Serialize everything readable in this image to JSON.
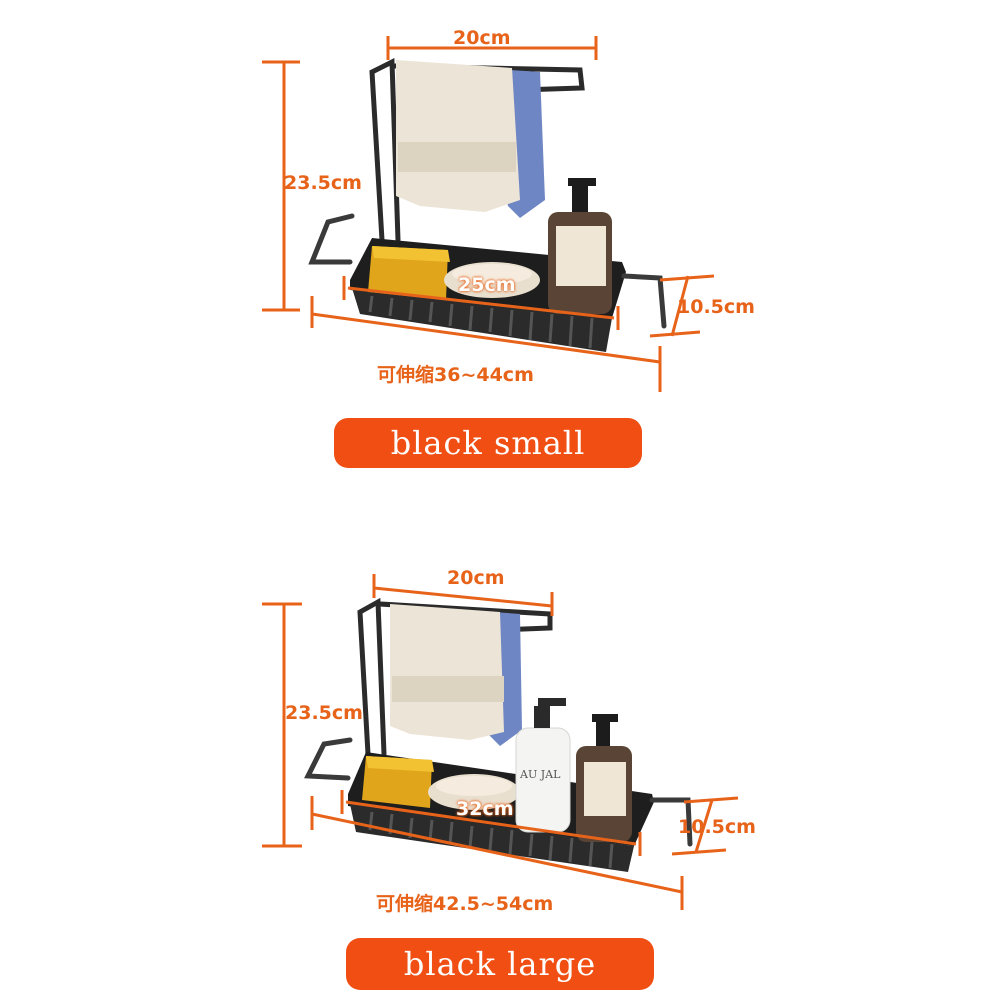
{
  "products": [
    {
      "label": "black small",
      "dimensions": {
        "width_top": "20cm",
        "height": "23.5cm",
        "tray_length": "25cm",
        "depth": "10.5cm",
        "extendable": "可伸缩36~44cm"
      }
    },
    {
      "label": "black large",
      "dimensions": {
        "width_top": "20cm",
        "height": "23.5cm",
        "tray_length": "32cm",
        "depth": "10.5cm",
        "extendable": "可伸缩42.5~54cm"
      }
    }
  ],
  "bottle_label_text": "AU JAL",
  "colors": {
    "accent": "#f04e13",
    "dimension_line": "#e8631a",
    "rack": "#2b2b2b"
  }
}
